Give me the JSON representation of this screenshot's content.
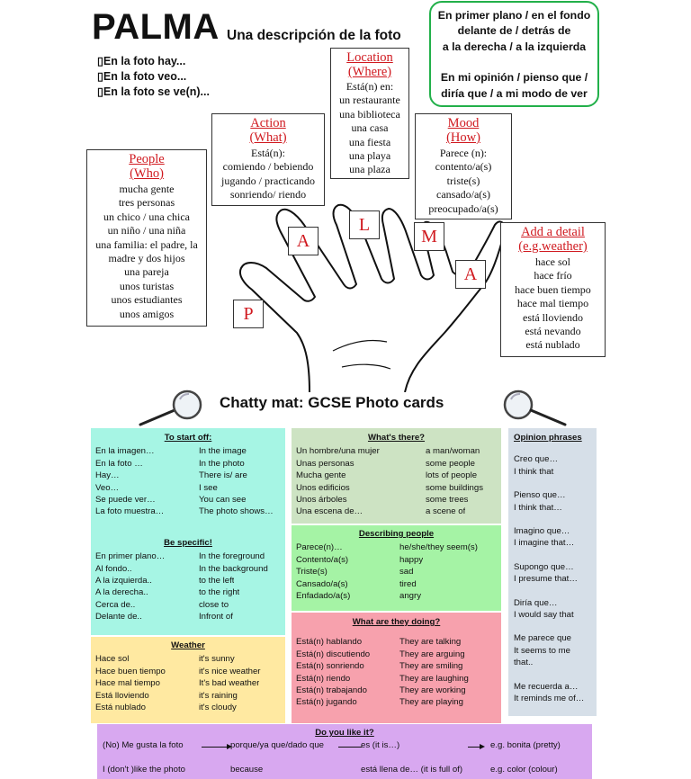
{
  "header": {
    "title": "PALMA",
    "subtitle": "Una descripción de la foto",
    "starters": [
      "En la foto hay...",
      "En la foto veo...",
      "En la foto se ve(n)..."
    ],
    "bullet": "▯"
  },
  "green_box": {
    "lines": [
      "En primer plano / en el fondo",
      "delante de / detrás de",
      "a la derecha / a la izquierda",
      "",
      "En mi opinión / pienso que /",
      "diría que / a mi modo de ver"
    ]
  },
  "boxes": {
    "people": {
      "h1": "People",
      "h2": "(Who)",
      "lines": [
        "mucha gente",
        "tres personas",
        "un chico / una chica",
        "un niño / una niña",
        "una familia: el padre, la",
        "madre y dos hijos",
        "una pareja",
        "unos turistas",
        "unos estudiantes",
        "unos amigos"
      ]
    },
    "action": {
      "h1": "Action",
      "h2": "(What)",
      "lines": [
        "Está(n):",
        "comiendo / bebiendo",
        "jugando / practicando",
        "sonriendo/ riendo"
      ]
    },
    "location": {
      "h1": "Location",
      "h2": "(Where)",
      "lines": [
        "Está(n) en:",
        "un restaurante",
        "una biblioteca",
        "una casa",
        "una fiesta",
        "una playa",
        "una plaza"
      ]
    },
    "mood": {
      "h1": "Mood",
      "h2": "(How)",
      "lines": [
        "Parece (n):",
        "contento/a(s)",
        "triste(s)",
        "cansado/a(s)",
        "preocupado/a(s)"
      ]
    },
    "detail": {
      "h1": "Add a detail",
      "h2": "(e.g.weather)",
      "lines": [
        "hace sol",
        "hace frío",
        "hace buen tiempo",
        "hace mal tiempo",
        "está lloviendo",
        "está  nevando",
        "está nublado"
      ]
    }
  },
  "letters": {
    "p": "P",
    "a1": "A",
    "l": "L",
    "m": "M",
    "a2": "A"
  },
  "chatty_title": "Chatty mat: GCSE Photo cards",
  "panels": {
    "start": {
      "title": "To start off:",
      "rows": [
        [
          "En la imagen…",
          "In the image"
        ],
        [
          "En la foto      …",
          "In the photo"
        ],
        [
          "Hay…",
          "There is/ are"
        ],
        [
          "Veo…",
          "I  see"
        ],
        [
          "Se puede ver…",
          "You can see"
        ],
        [
          "La foto muestra…",
          "The photo shows…"
        ]
      ]
    },
    "specific": {
      "title": "Be specific!",
      "rows": [
        [
          "En primer plano…",
          "In the foreground"
        ],
        [
          "Al fondo..",
          "In the background"
        ],
        [
          "A la izquierda..",
          "to the left"
        ],
        [
          "A la derecha..",
          "to the right"
        ],
        [
          "Cerca de..",
          "close to"
        ],
        [
          "Delante de..",
          "Infront of"
        ]
      ]
    },
    "weather": {
      "title": "Weather",
      "rows": [
        [
          "Hace sol",
          "it's sunny"
        ],
        [
          "Hace buen tiempo",
          "it's nice weather"
        ],
        [
          "Hace mal tiempo",
          "It's bad weather"
        ],
        [
          "Está lloviendo",
          "it's raining"
        ],
        [
          "Está nublado",
          "it's cloudy"
        ]
      ]
    },
    "there": {
      "title": "What's there?",
      "rows": [
        [
          "Un hombre/una mujer",
          "a man/woman"
        ],
        [
          "Unas personas",
          "some people"
        ],
        [
          "Mucha gente",
          "lots of people"
        ],
        [
          "Unos edificios",
          "some buildings"
        ],
        [
          "Unos árboles",
          "some trees"
        ],
        [
          "Una escena de…",
          "a scene of"
        ]
      ]
    },
    "describing": {
      "title": "Describing people",
      "rows": [
        [
          "Parece(n)…",
          "he/she/they seem(s)"
        ],
        [
          "Contento/a(s)",
          "happy"
        ],
        [
          "Triste(s)",
          "sad"
        ],
        [
          "Cansado/a(s)",
          "tired"
        ],
        [
          "Enfadado/a(s)",
          "angry"
        ]
      ]
    },
    "doing": {
      "title": "What are they doing?",
      "rows": [
        [
          "Está(n) hablando",
          "They are talking"
        ],
        [
          "Está(n) discutiendo",
          "They are arguing"
        ],
        [
          "Está(n) sonriendo",
          "They are smiling"
        ],
        [
          "Está(n) riendo",
          "They are laughing"
        ],
        [
          "Está(n) trabajando",
          "They are working"
        ],
        [
          "Está(n) jugando",
          "They are playing"
        ]
      ]
    },
    "opinion": {
      "title": "Opinion phrases",
      "groups": [
        [
          "Creo que…",
          "I think that"
        ],
        [
          "Pienso que…",
          "I think that…"
        ],
        [
          "Imagino que…",
          "I imagine that…"
        ],
        [
          "Supongo que…",
          "I presume that…"
        ],
        [
          "Diría que…",
          "I would say that"
        ],
        [
          "Me parece que",
          "It seems to me",
          "that.."
        ],
        [
          "Me recuerda a…",
          "It reminds me of…"
        ]
      ]
    },
    "like": {
      "title": "Do you like it?",
      "row1": [
        "(No) Me gusta la foto",
        "porque/ya que/dado que",
        "es (it is…)",
        "e.g. bonita (pretty)"
      ],
      "row2": [
        "I (don't )like the photo",
        "because",
        "está llena de… (it is full of)",
        "e.g. color (colour)"
      ]
    }
  },
  "colors": {
    "red": "#d0191f",
    "green_border": "#22b04a",
    "cyan": "#a6f5e4",
    "green_panel": "#cde3c3",
    "lime": "#a5f3a5",
    "pink": "#f7a1ad",
    "yellow": "#ffe9a1",
    "grey": "#d6dfe8",
    "purple": "#d8a8f0"
  }
}
